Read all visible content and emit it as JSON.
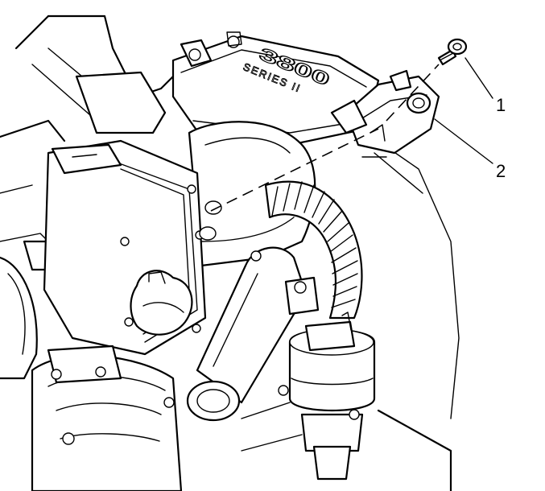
{
  "figure": {
    "engine_badge": {
      "number": "3800",
      "series": "SERIES II"
    },
    "callouts": [
      {
        "label": "1",
        "part": "bolt"
      },
      {
        "label": "2",
        "part": "sensor-assembly"
      }
    ],
    "colors": {
      "line": "#000000",
      "fill": "#ffffff"
    }
  }
}
